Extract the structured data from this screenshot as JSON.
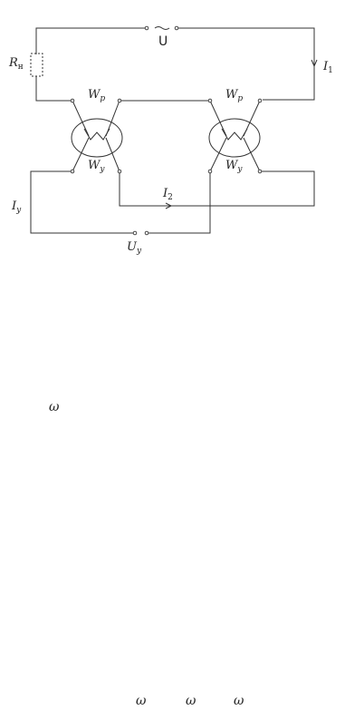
{
  "diagram": {
    "supply_label": "U",
    "supply_symbol": "~",
    "load_label": "R",
    "load_sub": "н",
    "current_1": "I",
    "current_1_sub": "1",
    "current_2": "I",
    "current_2_sub": "2",
    "control_current": "I",
    "control_current_sub": "y",
    "control_voltage": "U",
    "control_voltage_sub": "y",
    "work_winding": "W",
    "work_winding_sub": "p",
    "control_winding": "W",
    "control_winding_sub": "y"
  },
  "fragments": {
    "omega_1": "ω",
    "omega_2": "ω",
    "omega_3": "ω",
    "omega_4": "ω"
  }
}
